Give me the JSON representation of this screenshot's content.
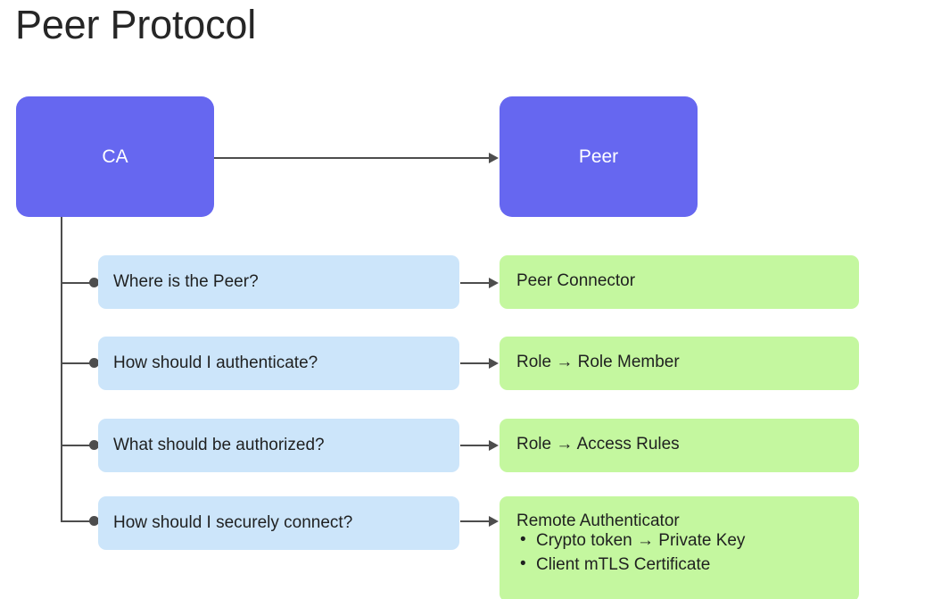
{
  "page": {
    "title": "Peer Protocol",
    "background_color": "#ffffff"
  },
  "colors": {
    "primary_node_fill": "#6667f0",
    "primary_node_text": "#ffffff",
    "question_node_fill": "#cce5fa",
    "answer_node_fill": "#c4f79f",
    "node_text": "#1f2020",
    "connector": "#4d4d4d",
    "title_text": "#262626"
  },
  "nodes": {
    "ca": {
      "label": "CA"
    },
    "peer": {
      "label": "Peer"
    }
  },
  "rows": [
    {
      "question": "Where is the Peer?",
      "answer_title": "Peer Connector",
      "answer_bullets": []
    },
    {
      "question": "How should I authenticate?",
      "answer_title": "Role  →  Role Member",
      "answer_bullets": []
    },
    {
      "question": "What should be authorized?",
      "answer_title": "Role  →  Access Rules",
      "answer_bullets": []
    },
    {
      "question": "How should I securely connect?",
      "answer_title": "Remote Authenticator",
      "answer_bullets": [
        "Crypto token  →  Private Key",
        "Client mTLS Certificate"
      ]
    }
  ]
}
